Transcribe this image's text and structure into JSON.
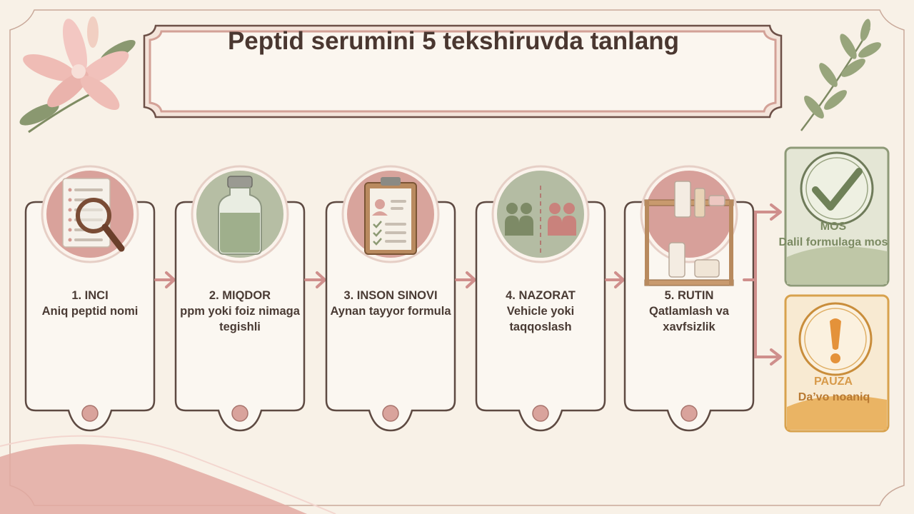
{
  "title": "Peptid serumini 5 tekshiruvda tanlang",
  "steps": [
    {
      "label": "1. INCI",
      "lines": [
        "Aniq peptid nomi"
      ],
      "icon": "magnifier-document-icon"
    },
    {
      "label": "2. MIQDOR",
      "lines": [
        "ppm yoki foiz nimaga",
        "tegishli"
      ],
      "icon": "serum-vial-icon"
    },
    {
      "label": "3. INSON SINOVI",
      "lines": [
        "Aynan tayyor formula"
      ],
      "icon": "clipboard-checklist-icon"
    },
    {
      "label": "4. NAZORAT",
      "lines": [
        "Vehicle yoki",
        "taqqoslash"
      ],
      "icon": "comparison-groups-icon"
    },
    {
      "label": "5. RUTIN",
      "lines": [
        "Qatlamlash va",
        "xavfsizlik"
      ],
      "icon": "skincare-shelf-icon"
    }
  ],
  "outcomes": {
    "pass": {
      "title": "MOS",
      "subtitle": "Dalil formulaga mos",
      "icon": "checkmark-icon"
    },
    "pause": {
      "title": "PAUZA",
      "subtitle": "Da’vo noaniq",
      "icon": "exclamation-icon"
    }
  },
  "colors": {
    "background": "#f8f1e7",
    "rose": "#d79a93",
    "sage": "#a9b496",
    "outline": "#5b4840",
    "amber": "#e3b26a"
  }
}
